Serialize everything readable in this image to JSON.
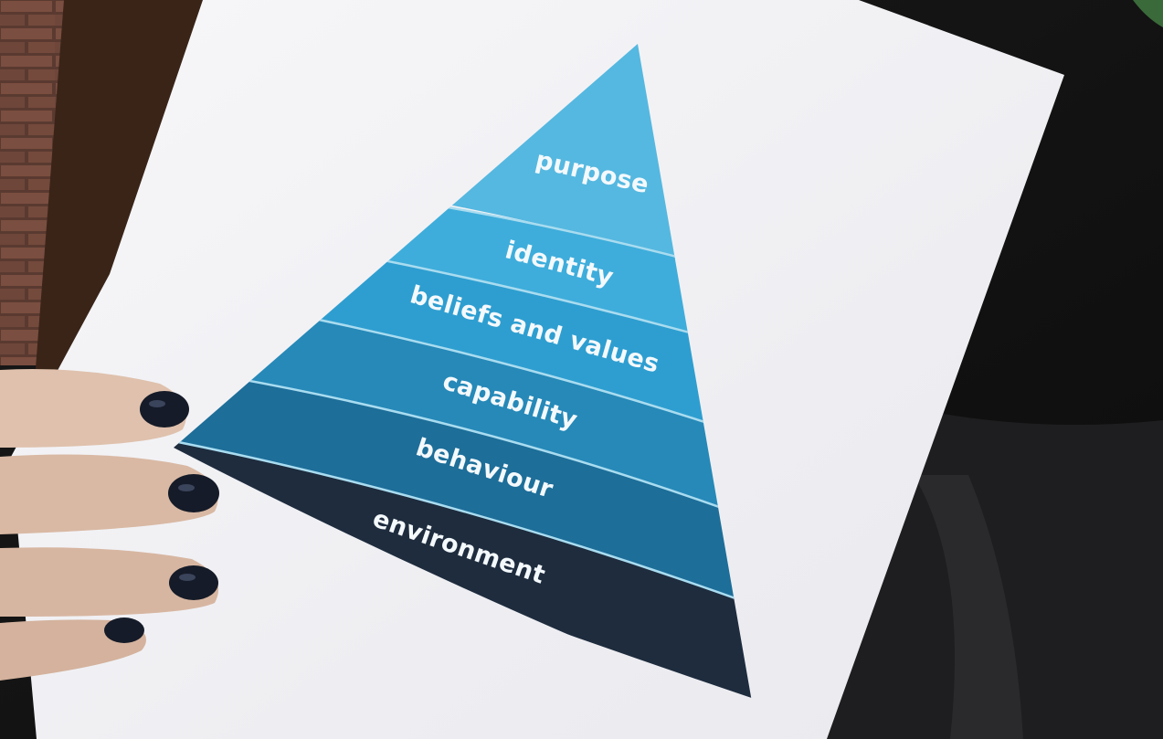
{
  "photo": {
    "subject": "paper-sheet-with-pyramid"
  },
  "pyramid": {
    "levels": [
      {
        "label": "purpose",
        "color": "#55b8e0"
      },
      {
        "label": "identity",
        "color": "#3eaddb"
      },
      {
        "label": "beliefs and values",
        "color": "#2e9ed0"
      },
      {
        "label": "capability",
        "color": "#2689b8"
      },
      {
        "label": "behaviour",
        "color": "#1d6e99"
      },
      {
        "label": "environment",
        "color": "#1e2c3e"
      }
    ]
  },
  "colors": {
    "paper": "#f3f3f6",
    "background": "#141414",
    "nail_polish": "#161c2a",
    "skin": "#e0c4b0"
  }
}
